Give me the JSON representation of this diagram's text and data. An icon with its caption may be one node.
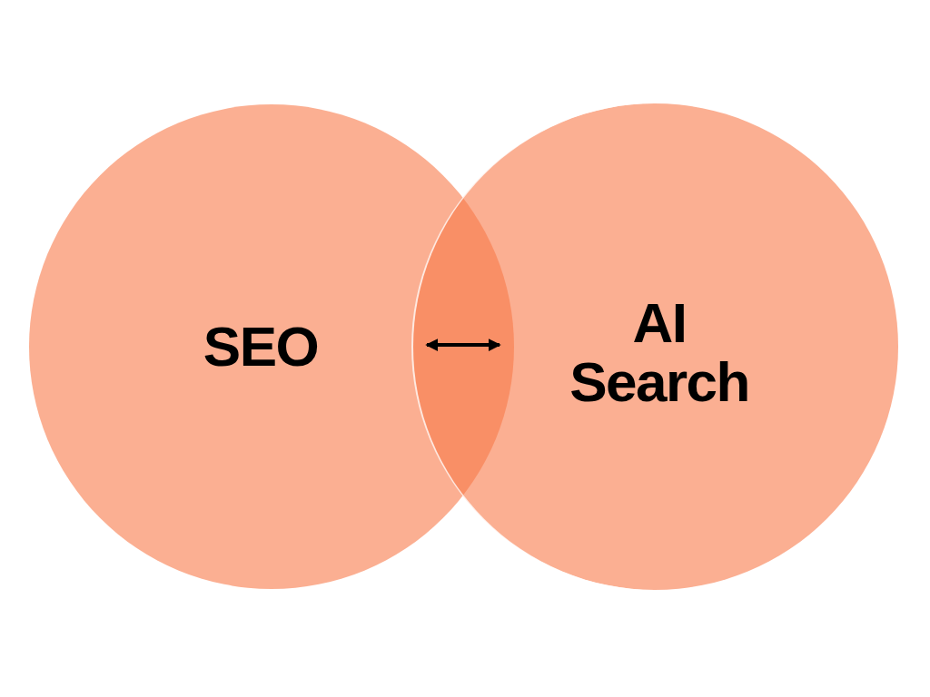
{
  "diagram": {
    "nodes": [
      {
        "text": [
          "SEO"
        ]
      },
      {
        "text": [
          "AI Search"
        ]
      }
    ],
    "edges": [
      {
        "from": 0,
        "to": 1,
        "arrow": "both"
      }
    ]
  }
}
